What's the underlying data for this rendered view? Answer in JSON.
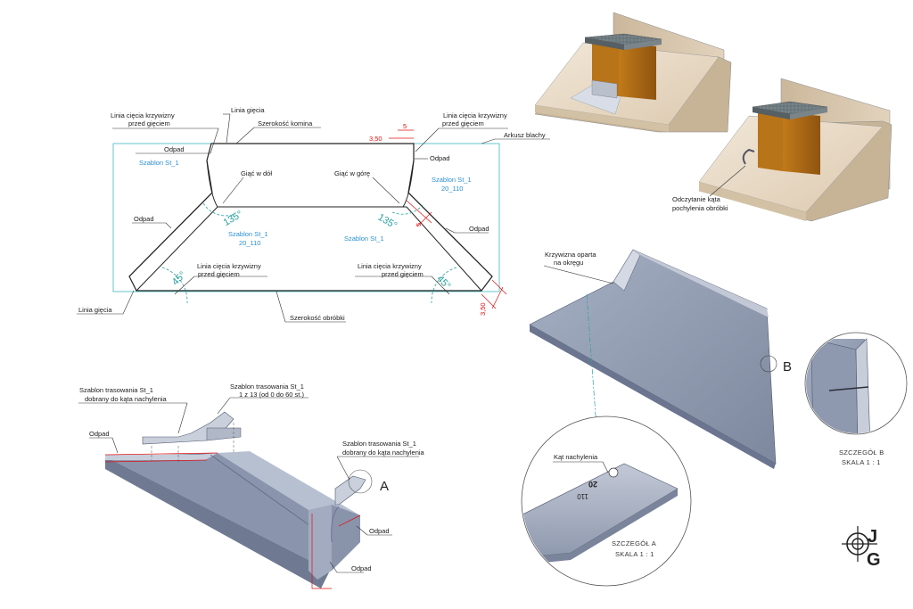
{
  "flat_pattern": {
    "cut_line_top_left": [
      "Linia cięcia krzywizny",
      "przed gięciem"
    ],
    "bend_line_top": "Linia gięcia",
    "chimney_width": "Szerokość komina",
    "cut_line_top_right": [
      "Linia cięcia krzywizny",
      "przed gięciem"
    ],
    "sheet": "Arkusz blachy",
    "waste_top_left": "Odpad",
    "template_left_top": "Szablon St_1",
    "bend_down": "Giąć w dół",
    "bend_up": "Giąć w górę",
    "waste_top_right": "Odpad",
    "template_right_top": [
      "Szablon St_1",
      "20_110"
    ],
    "waste_left": "Odpad",
    "template_left_bottom": [
      "Szablon St_1",
      "20_110"
    ],
    "template_right_bottom": "Szablon St_1",
    "waste_right": "Odpad",
    "angle_135_left": "135°",
    "angle_135_right": "135°",
    "angle_45_left": "45°",
    "angle_45_right": "45°",
    "cut_line_bottom_left": [
      "Linia cięcia krzywizny",
      "przed gięciem"
    ],
    "cut_line_bottom_right": [
      "Linia cięcia krzywizny",
      "przed gięciem"
    ],
    "bend_line_bottom": "Linia gięcia",
    "flashing_width": "Szerokość obróbki",
    "dim_350_top": "3,50",
    "dim_5_top": "5",
    "dim_5_diag": "5",
    "dim_350_bottom": "3,50"
  },
  "iso_model": {
    "template_st1_right": [
      "Szablon trasowania St_1",
      "1 z 13 (od 0 do 60 st.)"
    ],
    "template_st1_left": [
      "Szablon trasowania St_1",
      "dobrany do kąta nachylenia"
    ],
    "template_st1_a": [
      "Szablon trasowania St_1",
      "dobrany do kąta nachylenia"
    ],
    "waste_left": "Odpad",
    "waste_right": "Odpad",
    "waste_bottom": "Odpad",
    "detail_marker_a": "A"
  },
  "chimney_views": {
    "reading_angle": [
      "Odczytanie kąta",
      "pochylenia obróbki"
    ]
  },
  "curve_view": {
    "curve_label": [
      "Krzywizna oparta",
      "na okręgu"
    ],
    "detail_marker_b": "B",
    "angle_label": "Kąt nachylenia",
    "tpl_num_1": "20",
    "tpl_num_2": "110",
    "detail_a": [
      "SZCZEGÓŁ A",
      "SKALA 1 : 1"
    ],
    "detail_b": [
      "SZCZEGÓŁ B",
      "SKALA 1 : 1"
    ]
  },
  "logo": {
    "top": "J",
    "bottom": "G"
  }
}
